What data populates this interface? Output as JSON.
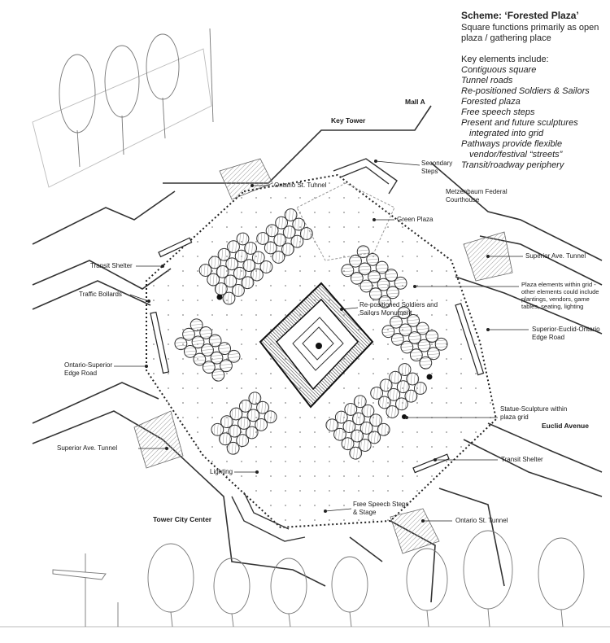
{
  "scheme": {
    "title": "Scheme: ‘Forested Plaza’",
    "description": "Square functions primarily as open plaza / gathering place",
    "elements_heading": "Key elements include:",
    "elements": [
      {
        "line": "Contiguous square"
      },
      {
        "line": "Tunnel roads"
      },
      {
        "line": "Re-positioned Soldiers & Sailors"
      },
      {
        "line": "Forested plaza"
      },
      {
        "line": "Free speech steps"
      },
      {
        "line": "Present and future sculptures",
        "cont": "integrated into grid"
      },
      {
        "line": "Pathways provide flexible",
        "cont": "vendor/festival “streets”"
      },
      {
        "line": "Transit/roadway periphery"
      }
    ]
  },
  "labels": {
    "mall_a": "Mall A",
    "key_tower": "Key Tower",
    "secondary_steps": "Secondary Steps",
    "ontario_tunnel_top": "Ontario St. Tunnel",
    "metzenbaum": "Metzenbaum Federal Courthouse",
    "green_plaza": "Green Plaza",
    "transit_shelter_left": "Transit Shelter",
    "superior_tunnel_right": "Superior Ave. Tunnel",
    "traffic_bollards": "Traffic Bollards",
    "monument": "Re-positioned Soldiers and Sailors Monument",
    "plaza_elements": "Plaza elements within grid - other elements could include plantings, vendors, game tables, seating, lighting",
    "superior_euclid_ontario": "Superior-Euclid-Ontario Edge Road",
    "ontario_superior": "Ontario-Superior Edge Road",
    "statue_sculpture": "Statue-Sculpture within plaza grid",
    "euclid_avenue": "Euclid Avenue",
    "superior_tunnel_left": "Superior Ave. Tunnel",
    "transit_shelter_right": "Transit Shelter",
    "lighting": "Lighting",
    "free_speech": "Free Speech Steps & Stage",
    "tower_city": "Tower City Center",
    "ontario_tunnel_bottom": "Ontario St. Tunnel"
  }
}
